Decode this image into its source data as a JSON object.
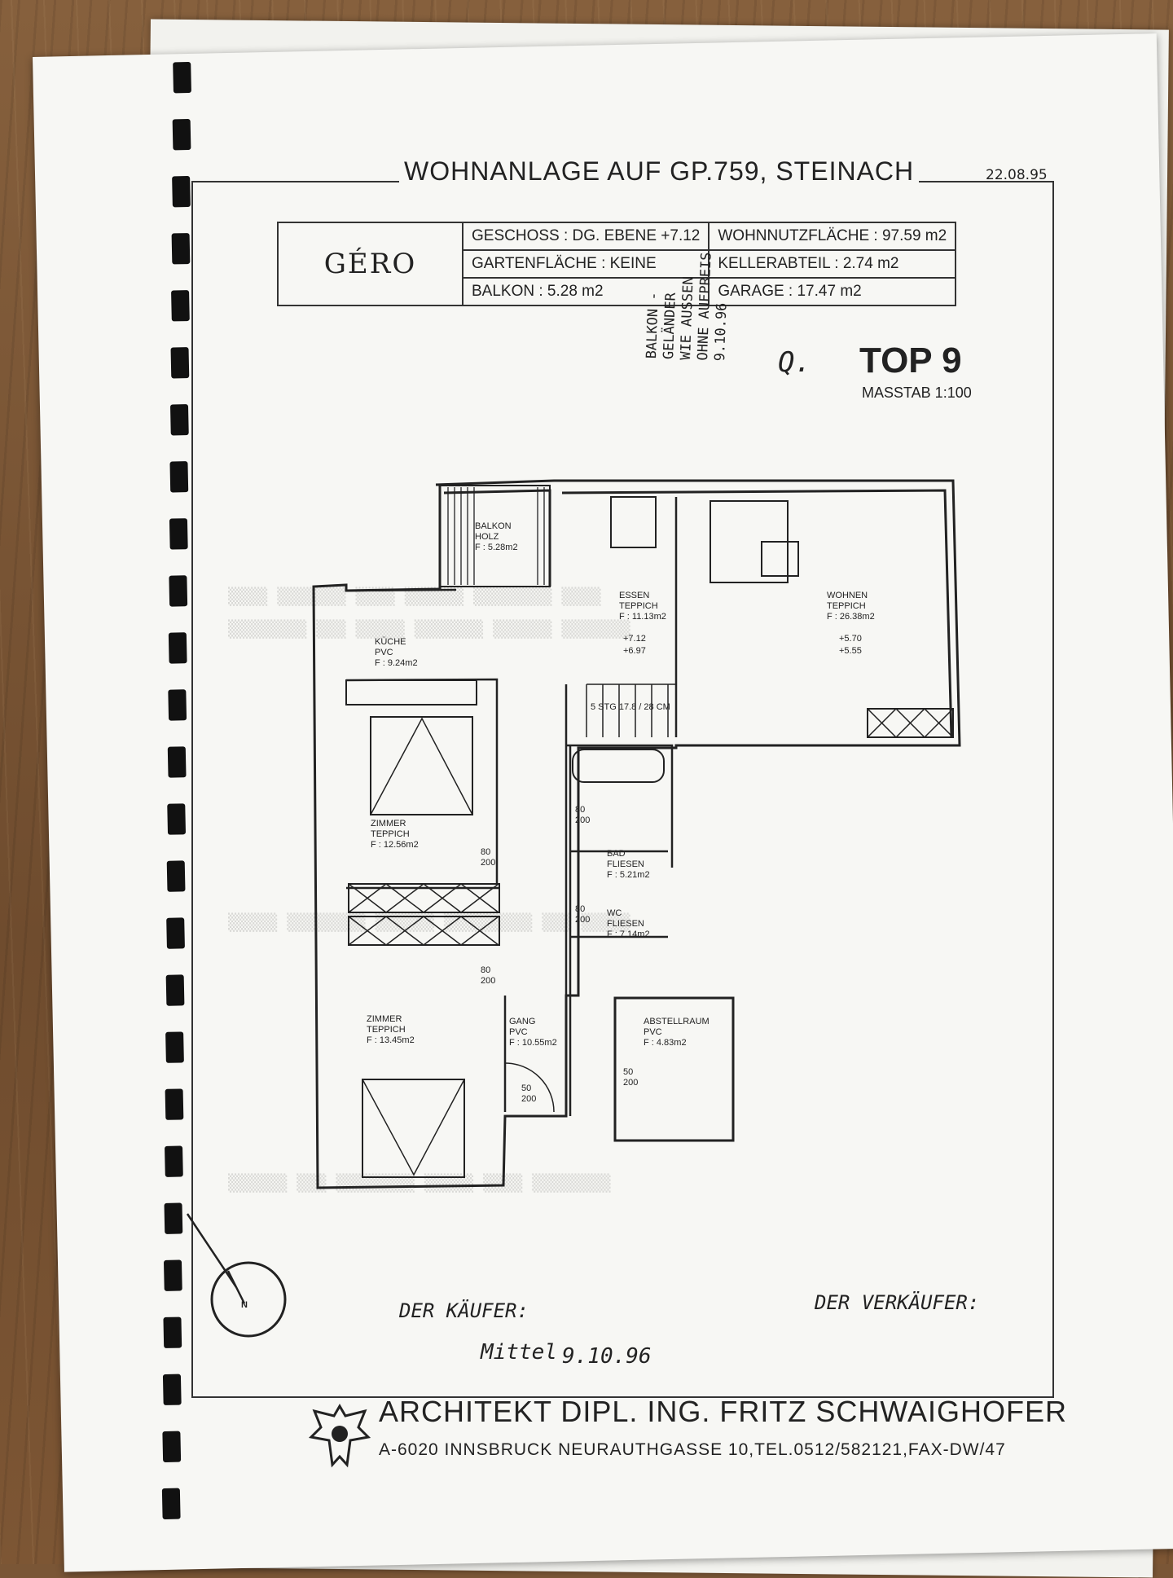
{
  "header": {
    "title": "WOHNANLAGE AUF GP.759, STEINACH",
    "date": "22.08.95"
  },
  "info_table": {
    "logo_text": "GÉRO",
    "geschoss": "GESCHOSS   : DG. EBENE +7.12",
    "gartenflaeche": "GARTENFLÄCHE :  KEINE",
    "balkon": "BALKON          :   5.28 m2",
    "wohnnutzflaeche": "WOHNNUTZFLÄCHE : 97.59 m2",
    "kellerabteil": "KELLERABTEIL      : 2.74 m2",
    "garage": "GARAGE               : 17.47 m2"
  },
  "unit": {
    "top": "TOP 9",
    "scale": "MASSTAB 1:100"
  },
  "handwritten_note": {
    "line1": "BALKON -",
    "line2": "GELÄNDER",
    "line3": "WIE AUSSEN",
    "line4": "OHNE AUFPREIS",
    "line5": "9.10.96",
    "initial": "Q."
  },
  "rooms": {
    "balkon": {
      "name": "BALKON",
      "floor": "HOLZ",
      "area": "F : 5.28m2"
    },
    "essen": {
      "name": "ESSEN",
      "floor": "TEPPICH",
      "area": "F : 11.13m2"
    },
    "wohnen": {
      "name": "WOHNEN",
      "floor": "TEPPICH",
      "area": "F : 26.38m2"
    },
    "kueche": {
      "name": "KÜCHE",
      "floor": "PVC",
      "area": "F : 9.24m2"
    },
    "zimmer1": {
      "name": "ZIMMER",
      "floor": "TEPPICH",
      "area": "F : 12.56m2"
    },
    "zimmer2": {
      "name": "ZIMMER",
      "floor": "TEPPICH",
      "area": "F : 13.45m2"
    },
    "bad": {
      "name": "BAD",
      "floor": "FLIESEN",
      "area": "F : 5.21m2"
    },
    "wc": {
      "name": "WC",
      "floor": "FLIESEN",
      "area": "F : 7.14m2"
    },
    "gang": {
      "name": "GANG",
      "floor": "PVC",
      "area": "F : 10.55m2"
    },
    "abstellraum": {
      "name": "ABSTELLRAUM",
      "floor": "PVC",
      "area": "F : 4.83m2"
    }
  },
  "plan_marks": {
    "level1": "+7.12",
    "level2": "+6.97",
    "level3": "+5.70",
    "level4": "+5.55",
    "stairs": "5 STG 17.8 / 28 CM",
    "door_80_200": "80\n200",
    "door_50_200": "50\n200"
  },
  "signatures": {
    "buyer": "DER KÄUFER:",
    "seller": "DER VERKÄUFER:",
    "sign_name": "Mittel",
    "sign_date": "9.10.96"
  },
  "footer": {
    "architect": "ARCHITEKT DIPL. ING. FRITZ SCHWAIGHOFER",
    "address": "A-6020 INNSBRUCK NEURAUTHGASSE 10,TEL.0512/582121,FAX-DW/47"
  }
}
